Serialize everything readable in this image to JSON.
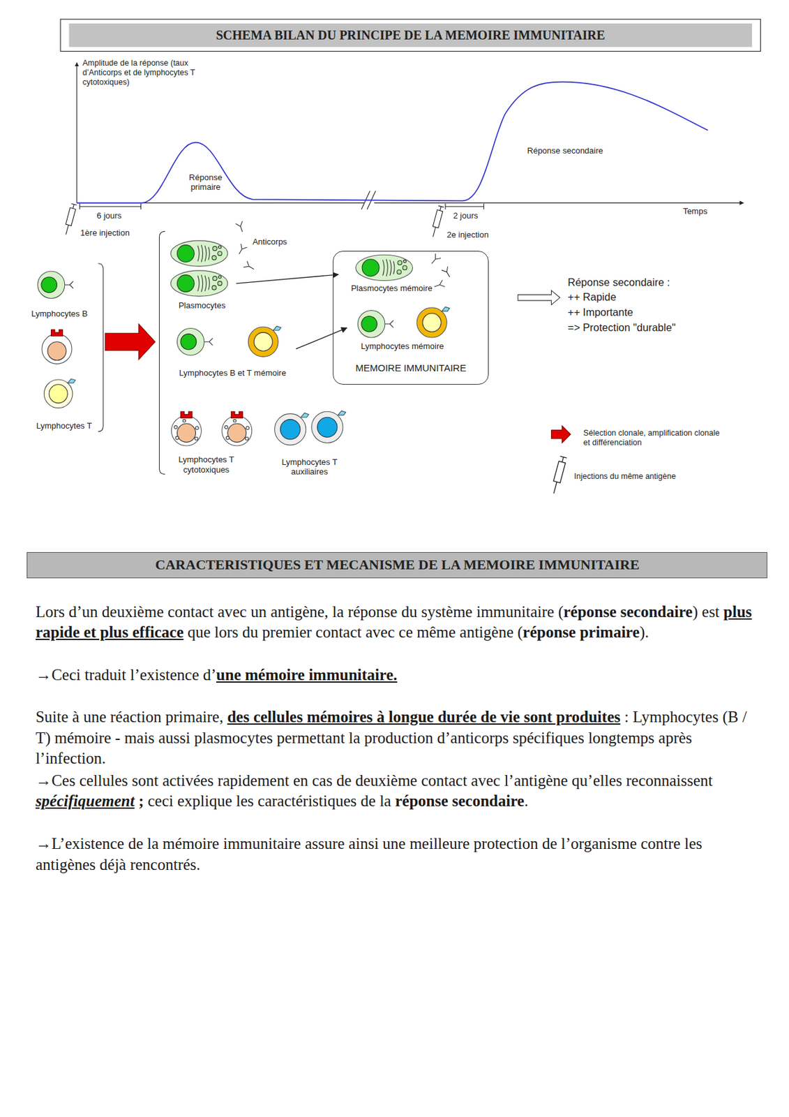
{
  "diagram": {
    "title": "SCHEMA BILAN DU PRINCIPE DE LA MEMOIRE IMMUNITAIRE",
    "nodes": [
      {
        "text": [
          "Plasmocytes"
        ]
      },
      {
        "text": [
          "Lymphocytes B et T mémoire"
        ]
      },
      {
        "text": [
          "MEMOIRE IMMUNITAIRE"
        ]
      },
      {
        "text": [
          "Plasmocytes mémoire"
        ],
        "in": 2
      },
      {
        "text": [
          "Lymphocytes mémoire"
        ],
        "in": 2
      },
      {
        "text": [
          "CARACTERISTIQUES ET MECANISME DE LA MEMOIRE IMMUNITAIRE"
        ]
      }
    ],
    "edges": [
      {
        "from": 0,
        "to": 3,
        "arrow": "to"
      },
      {
        "from": 1,
        "to": 4,
        "arrow": "to"
      }
    ],
    "labels": [
      "Amplitude de la réponse (taux d’Anticorps et de lymphocytes T cytotoxiques)",
      "Réponse primaire",
      "Réponse secondaire",
      "6 jours",
      "1ère injection",
      "2 jours",
      "Temps",
      "2e injection",
      "Anticorps",
      "Lymphocytes B",
      "Lymphocytes T",
      "Lymphocytes T cytotoxiques",
      "Lymphocytes T auxiliaires",
      "Réponse secondaire :",
      "++ Rapide",
      "++ Importante",
      "=> Protection \"durable\"",
      "Lors d’un deuxième contact avec un antigène, la réponse du système immunitaire (",
      "réponse secondaire",
      ") est ",
      "plus rapide et plus efficace",
      " que lors du premier contact avec ce même antigène (",
      "réponse primaire",
      ").",
      "→Ceci traduit l’existence d’",
      "une mémoire immunitaire.",
      "Suite à une réaction primaire, ",
      "des cellules mémoires à longue durée de vie sont produites",
      " : Lymphocytes (B / T) mémoire - mais aussi plasmocytes permettant la production d’anticorps spécifiques longtemps après l’infection.",
      "→Ces cellules sont activées rapidement en cas de deuxième contact avec l’antigène qu’elles reconnaissent ",
      "spécifiquement",
      " ;",
      " ceci explique les caractéristiques de la ",
      "réponse secondaire",
      ".",
      "→L’existence de la mémoire immunitaire assure ainsi une meilleure protection de l’organisme contre les antigènes déjà rencontrés."
    ],
    "legend": [
      {
        "text": "Sélection clonale, amplification clonale et différenciation"
      },
      {
        "text": "Injections du même antigène"
      }
    ]
  }
}
